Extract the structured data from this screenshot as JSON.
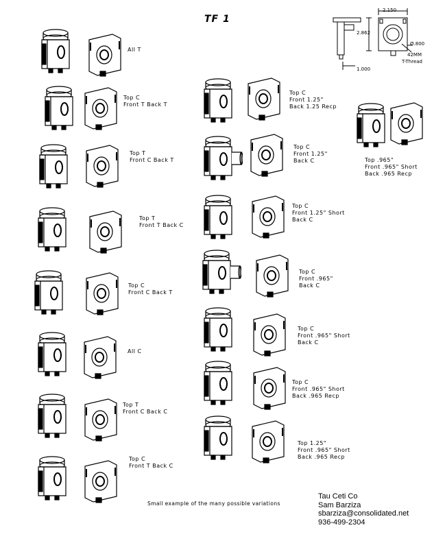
{
  "title": "TF 1",
  "dimensions": {
    "width": "2.150",
    "height": "2.862",
    "diameter": "Ø.800",
    "thread_size": "42MM",
    "thread_label": "T-Thread",
    "bottom": "1.000"
  },
  "variants": [
    {
      "lines": [
        "All T"
      ]
    },
    {
      "lines": [
        "Top C",
        "Front T Back T"
      ]
    },
    {
      "lines": [
        "Top T",
        "Front C Back T"
      ]
    },
    {
      "lines": [
        "Top T",
        "Front T Back C"
      ]
    },
    {
      "lines": [
        "Top C",
        "Front C Back T"
      ]
    },
    {
      "lines": [
        "All C"
      ]
    },
    {
      "lines": [
        "Top T",
        "Front C Back C"
      ]
    },
    {
      "lines": [
        "Top C",
        "Front T Back C"
      ]
    },
    {
      "lines": [
        "Top C",
        "Front 1.25\"",
        "Back 1.25 Recp"
      ]
    },
    {
      "lines": [
        "Top C",
        "Front 1.25\"",
        "Back C"
      ]
    },
    {
      "lines": [
        "Top C",
        "Front 1.25\" Short",
        "Back C"
      ]
    },
    {
      "lines": [
        "Top C",
        "Front .965\"",
        "Back C"
      ]
    },
    {
      "lines": [
        "Top C",
        "Front .965\" Short",
        "Back C"
      ]
    },
    {
      "lines": [
        "Top C",
        "Front .965\" Short",
        "Back .965 Recp"
      ]
    },
    {
      "lines": [
        "Top 1.25\"",
        "Front .965\" Short",
        "Back .965 Recp"
      ]
    },
    {
      "lines": [
        "Top .965\"",
        "Front .965\" Short",
        "Back .965 Recp"
      ]
    }
  ],
  "caption": "Small example of the many possible variations",
  "contact": {
    "company": "Tau Ceti Co",
    "name": "Sam Barziza",
    "email": "sbarziza@consolidated.net",
    "phone": "936-499-2304"
  }
}
